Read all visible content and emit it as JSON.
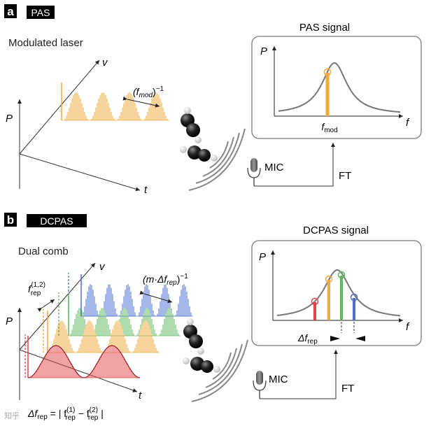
{
  "panel_a": {
    "letter": "a",
    "tag": "PAS",
    "title": "Modulated laser",
    "axis_p": "P",
    "axis_t": "t",
    "axis_v": "v",
    "period_label": "(f",
    "period_sub": "mod",
    "period_close": ")",
    "period_exp": "−1",
    "signal_title": "PAS signal",
    "signal_p": "P",
    "signal_f": "f",
    "signal_fmod": "f",
    "signal_fmod_sub": "mod",
    "mic": "MIC",
    "ft": "FT"
  },
  "panel_b": {
    "letter": "b",
    "tag": "DCPAS",
    "title": "Dual comb",
    "axis_p": "P",
    "axis_t": "t",
    "axis_v": "v",
    "frep_label": "f",
    "frep_sub": "rep",
    "frep_sup": "(1,2)",
    "period_label": "(m·Δf",
    "period_sub": "rep",
    "period_close": ")",
    "period_exp": "−1",
    "signal_title": "DCPAS signal",
    "signal_p": "P",
    "signal_f": "f",
    "dfrep_label": "Δf",
    "dfrep_sub": "rep",
    "mic": "MIC",
    "ft": "FT",
    "formula_lhs": "Δf",
    "formula_lhs_sub": "rep",
    "formula_eq": " = | f",
    "formula_sup1": "(1)",
    "formula_sub1": "rep",
    "formula_minus": " − f",
    "formula_sup2": "(2)",
    "formula_sub2": "rep",
    "formula_end": " |"
  },
  "watermark": "知乎",
  "colors": {
    "orange": "#f2a93b",
    "green": "#5cb85c",
    "blue": "#4a6fd0",
    "red": "#e0454a",
    "gray_curve": "#777777",
    "box_border": "#7a7a7a"
  }
}
